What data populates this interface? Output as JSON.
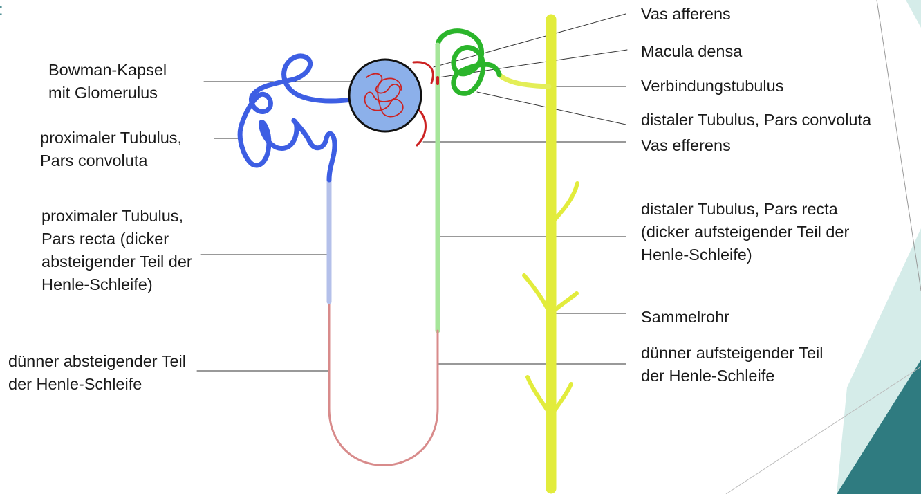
{
  "slide_marker": ":",
  "colors": {
    "proximal_convoluted": "#3d5ee3",
    "proximal_straight": "#b4c0ea",
    "thin_limb": "#d88b8b",
    "distal_straight": "#a6e69a",
    "distal_convoluted": "#2bb52b",
    "collecting_duct": "#e2ec3c",
    "connecting_tubule": "#e3ee57",
    "vessels": "#cc2222",
    "glomerulus_fill": "#8cb0ea",
    "slide_accent": "#2f7b80",
    "slide_light": "#d5ece9"
  },
  "labels": {
    "bowman": [
      "Bowman-Kapsel",
      "mit Glomerulus"
    ],
    "prox_convoluta": [
      "proximaler Tubulus,",
      "Pars convoluta"
    ],
    "prox_recta": [
      "proximaler Tubulus,",
      "Pars recta (dicker",
      "absteigender Teil der",
      "Henle-Schleife)"
    ],
    "thin_descending": [
      "dünner absteigender Teil",
      "der Henle-Schleife"
    ],
    "vas_afferens": "Vas afferens",
    "macula_densa": "Macula densa",
    "verbindungstubulus": "Verbindungstubulus",
    "distal_convoluta": "distaler Tubulus, Pars convoluta",
    "vas_efferens": "Vas efferens",
    "distal_recta": [
      "distaler Tubulus, Pars recta",
      "(dicker aufsteigender Teil der",
      "Henle-Schleife)"
    ],
    "sammelrohr": "Sammelrohr",
    "thin_ascending": [
      "dünner aufsteigender Teil",
      "der Henle-Schleife"
    ]
  }
}
